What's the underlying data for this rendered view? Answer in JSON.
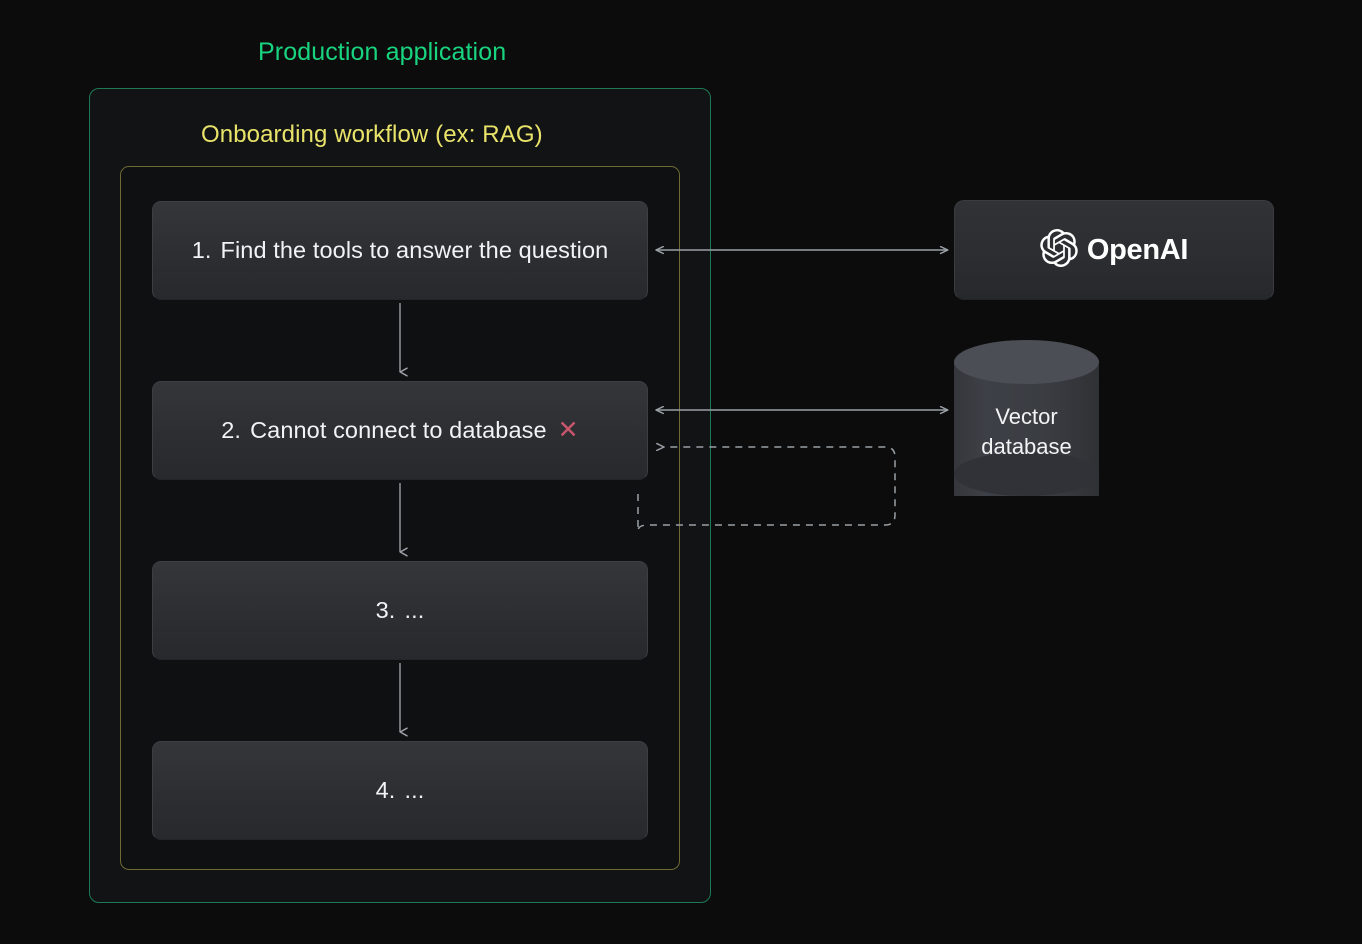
{
  "page": {
    "background": "#0c0c0d"
  },
  "outer_container": {
    "label": "Production application",
    "label_color": "#19d47f",
    "border_color": "#1e7a55"
  },
  "inner_container": {
    "label": "Onboarding workflow (ex: RAG)",
    "label_color": "#e9e36a",
    "border_color": "#6e6a33"
  },
  "steps": [
    {
      "num": "1.",
      "text": "Find the tools to answer the question",
      "status": "ok"
    },
    {
      "num": "2.",
      "text": "Cannot connect to database",
      "status": "error",
      "error_mark": "✕"
    },
    {
      "num": "3.",
      "text": "...",
      "status": "ok"
    },
    {
      "num": "4.",
      "text": "...",
      "status": "ok"
    }
  ],
  "services": {
    "openai": {
      "name": "OpenAI",
      "icon": "openai-logo-icon"
    },
    "vector_db": {
      "line1": "Vector",
      "line2": "database",
      "shape": "cylinder"
    }
  },
  "connectors": {
    "step1_openai": {
      "style": "solid",
      "arrow": "double"
    },
    "step2_vectordb": {
      "style": "solid",
      "arrow": "double"
    },
    "retry_loop": {
      "style": "dashed",
      "arrow": "single-left"
    },
    "step_flow": {
      "style": "solid",
      "arrow": "down"
    }
  },
  "colors": {
    "accent_green": "#19d47f",
    "accent_yellow": "#e9e36a",
    "error_red": "#c9556c",
    "connector": "#9aa0a6",
    "card_bg": "#2e3034"
  }
}
